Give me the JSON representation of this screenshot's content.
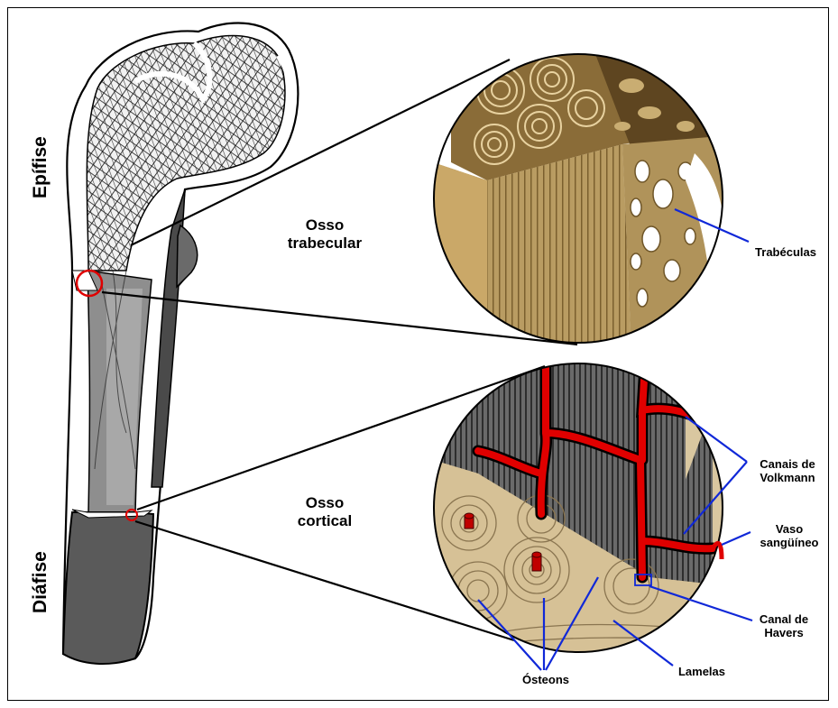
{
  "labels": {
    "epifise": "Epífise",
    "diafise": "Diáfise",
    "osso_trabecular_1": "Osso",
    "osso_trabecular_2": "trabecular",
    "osso_cortical_1": "Osso",
    "osso_cortical_2": "cortical",
    "trabeculas": "Trabéculas",
    "canais_volkmann_1": "Canais de",
    "canais_volkmann_2": "Volkmann",
    "vaso_1": "Vaso",
    "vaso_2": "sangüíneo",
    "canal_havers_1": "Canal de",
    "canal_havers_2": "Havers",
    "lamelas": "Lamelas",
    "osteons": "Ósteons"
  },
  "colors": {
    "bone_dark": "#4a4a4a",
    "bone_mid": "#8c8c8c",
    "bone_light": "#b5b5b5",
    "spongy_black": "#111111",
    "trabecular_tan": "#b59a62",
    "trabecular_dark": "#6e5528",
    "cortical_tan": "#d8c49a",
    "cortical_stripes": "#3e3e3e",
    "vessel_red": "#e00000",
    "leader_blue": "#1028d8",
    "highlight_red": "#e00000"
  }
}
